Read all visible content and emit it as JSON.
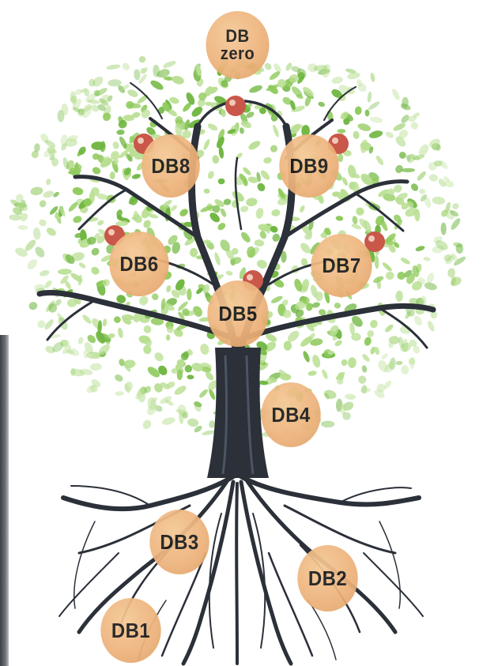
{
  "diagram": {
    "colors": {
      "leaf_light": "#b9df93",
      "leaf_mid": "#8fca5c",
      "leaf_dark": "#6fb640",
      "branch": "#2b3039",
      "badge": "#edb37c",
      "fruit": "#c9574a"
    },
    "badges": [
      {
        "id": "dbzero",
        "line1": "DB",
        "line2": "zero"
      },
      {
        "id": "db8",
        "line1": "DB8"
      },
      {
        "id": "db9",
        "line1": "DB9"
      },
      {
        "id": "db6",
        "line1": "DB6"
      },
      {
        "id": "db7",
        "line1": "DB7"
      },
      {
        "id": "db5",
        "line1": "DB5"
      },
      {
        "id": "db4",
        "line1": "DB4"
      },
      {
        "id": "db3",
        "line1": "DB3"
      },
      {
        "id": "db2",
        "line1": "DB2"
      },
      {
        "id": "db1",
        "line1": "DB1"
      }
    ]
  }
}
